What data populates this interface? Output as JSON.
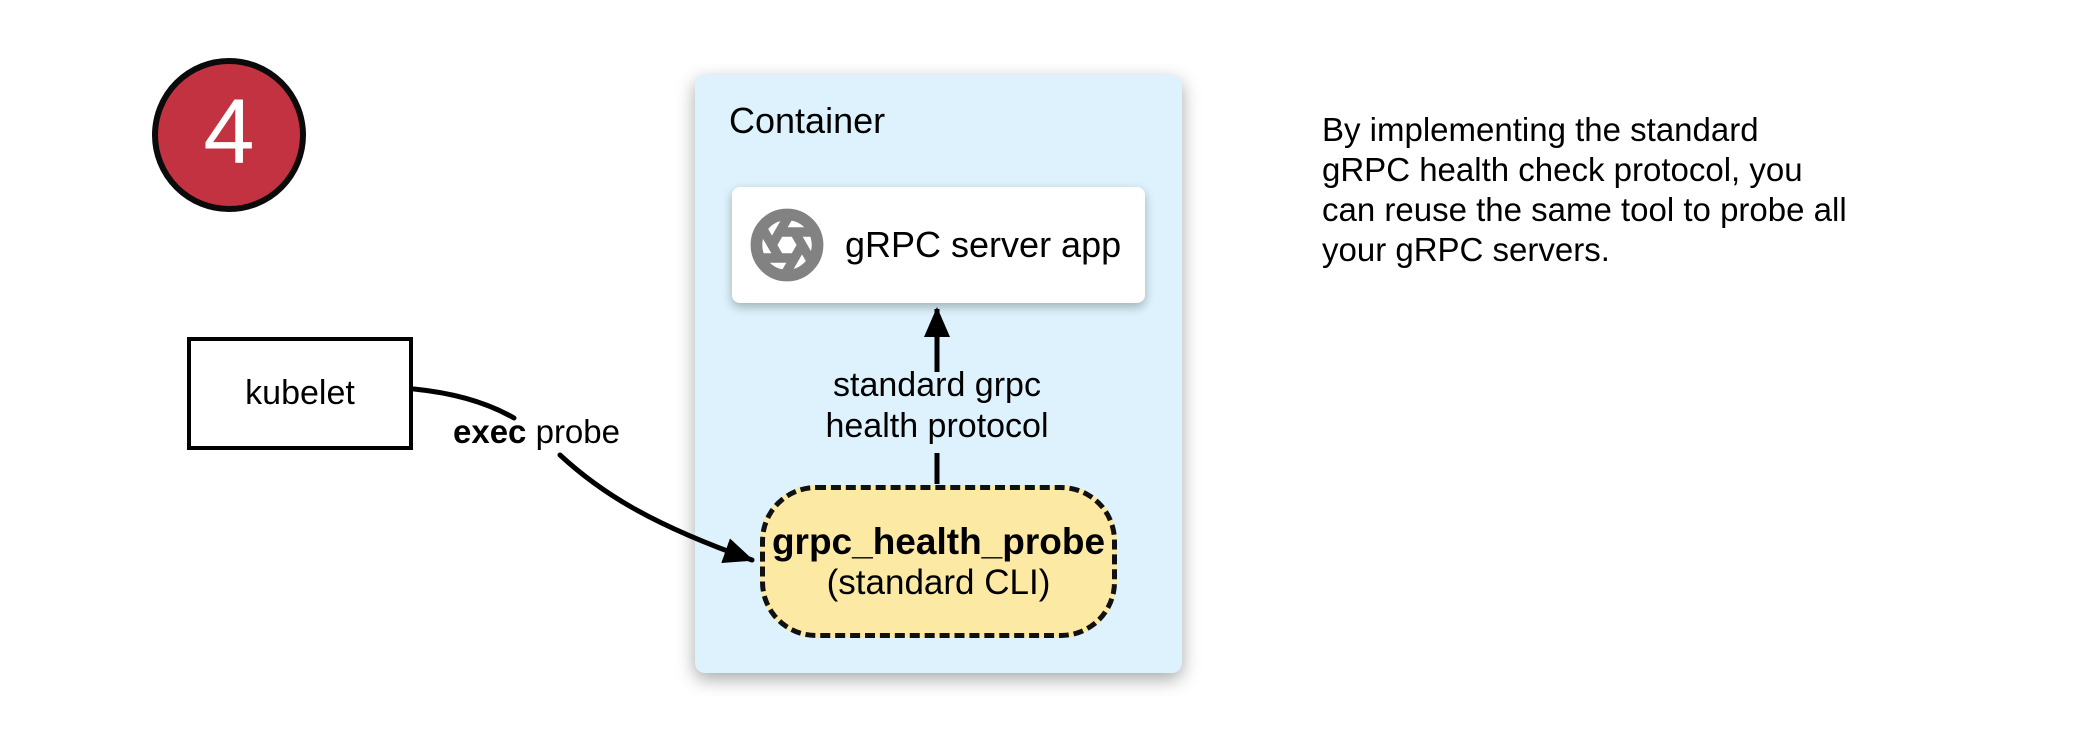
{
  "badge": {
    "number": "4"
  },
  "nodes": {
    "container": {
      "title": "Container"
    },
    "kubelet": {
      "label": "kubelet"
    },
    "grpc_server": {
      "label": "gRPC server app",
      "icon": "aperture-icon"
    },
    "probe": {
      "title": "grpc_health_probe",
      "subtitle": "(standard CLI)"
    }
  },
  "edges": {
    "exec_probe": {
      "label_bold": "exec",
      "label_rest": " probe"
    },
    "health_protocol": {
      "label_line1": "standard grpc",
      "label_line2": "health protocol"
    }
  },
  "note": {
    "line1": "By implementing the standard",
    "line2": "gRPC health check protocol, you",
    "line3": "can reuse the same tool to probe all",
    "line4": "your gRPC servers."
  },
  "colors": {
    "badge_red": "#c23240",
    "container_blue": "#ddf2fc",
    "probe_yellow": "#fce9a4",
    "icon_gray": "#828282",
    "line_black": "#000000"
  }
}
